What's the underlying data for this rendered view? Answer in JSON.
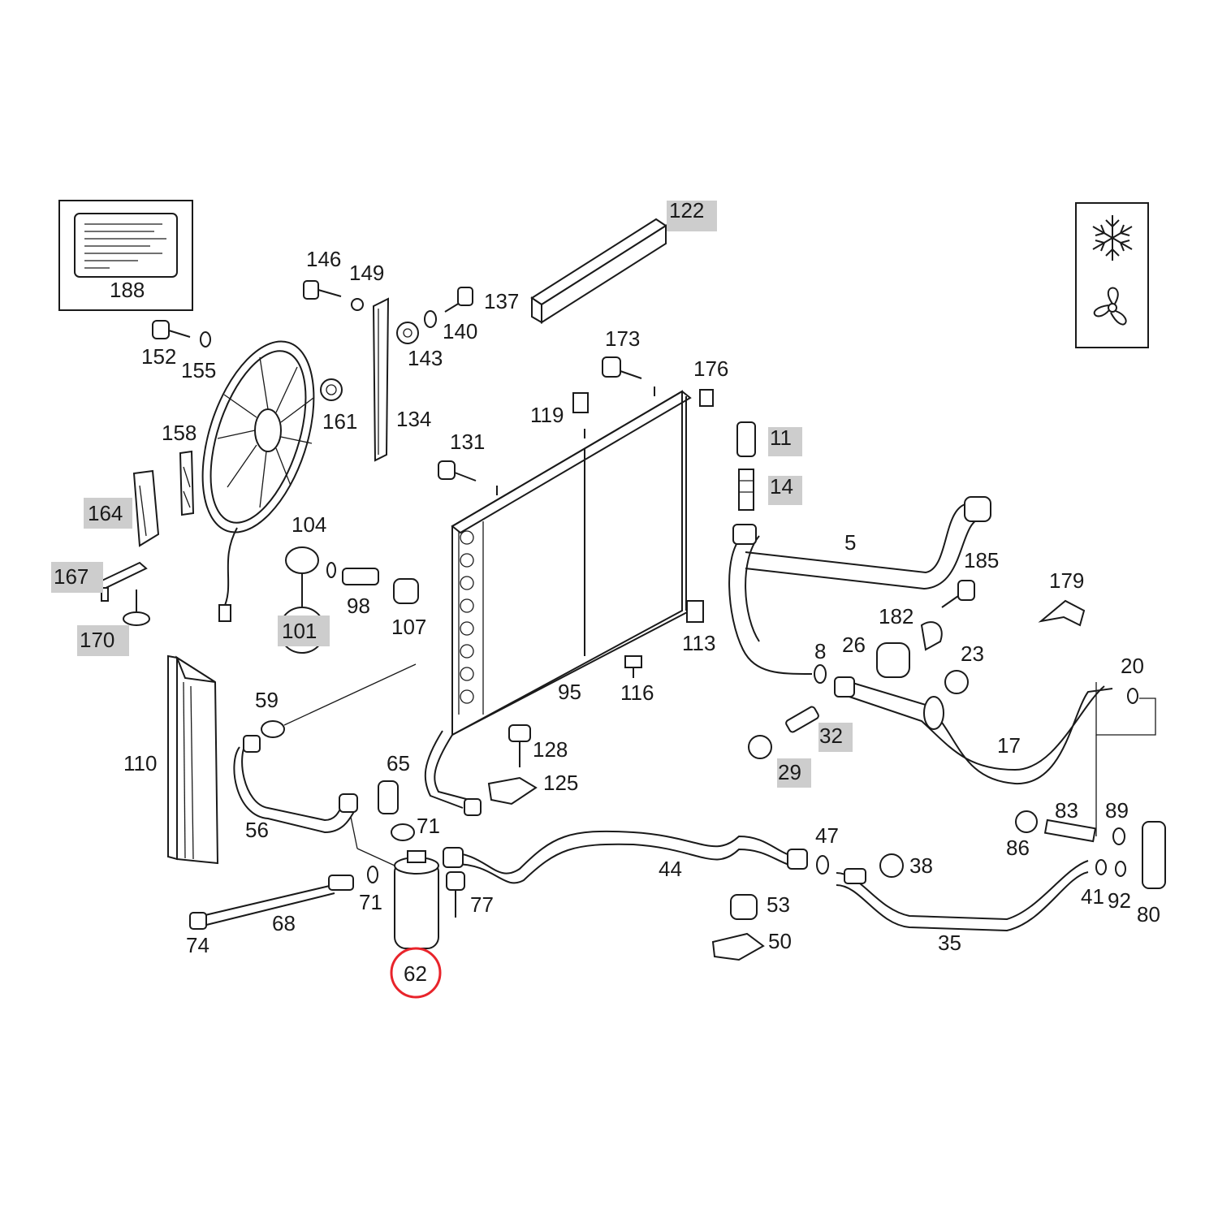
{
  "diagram": {
    "highlighted_callout": "62",
    "colors": {
      "highlight_ring": "#e8242b",
      "callout_shade": "#cdcdcd",
      "line": "#1a1a1a",
      "background": "#ffffff"
    },
    "icons": [
      "snowflake-icon",
      "fan-icon",
      "label-sticker-icon"
    ],
    "callouts": {
      "c188": "188",
      "c122": "122",
      "c146": "146",
      "c149": "149",
      "c137": "137",
      "c140": "140",
      "c143": "143",
      "c152": "152",
      "c155": "155",
      "c161": "161",
      "c134": "134",
      "c173": "173",
      "c176": "176",
      "c119": "119",
      "c131": "131",
      "c11": "11",
      "c14": "14",
      "c158": "158",
      "c164": "164",
      "c104": "104",
      "c98": "98",
      "c107": "107",
      "c101": "101",
      "c167": "167",
      "c170": "170",
      "c5": "5",
      "c185": "185",
      "c179": "179",
      "c182": "182",
      "c113": "113",
      "c8": "8",
      "c26": "26",
      "c23": "23",
      "c20": "20",
      "c95": "95",
      "c116": "116",
      "c59": "59",
      "c32": "32",
      "c17": "17",
      "c29": "29",
      "c110": "110",
      "c128": "128",
      "c65": "65",
      "c125": "125",
      "c56": "56",
      "c71a": "71",
      "c83": "83",
      "c89": "89",
      "c86": "86",
      "c47": "47",
      "c44": "44",
      "c38": "38",
      "c71b": "71",
      "c77": "77",
      "c41": "41",
      "c92": "92",
      "c80": "80",
      "c68": "68",
      "c53": "53",
      "c74": "74",
      "c50": "50",
      "c35": "35",
      "c62": "62"
    }
  }
}
